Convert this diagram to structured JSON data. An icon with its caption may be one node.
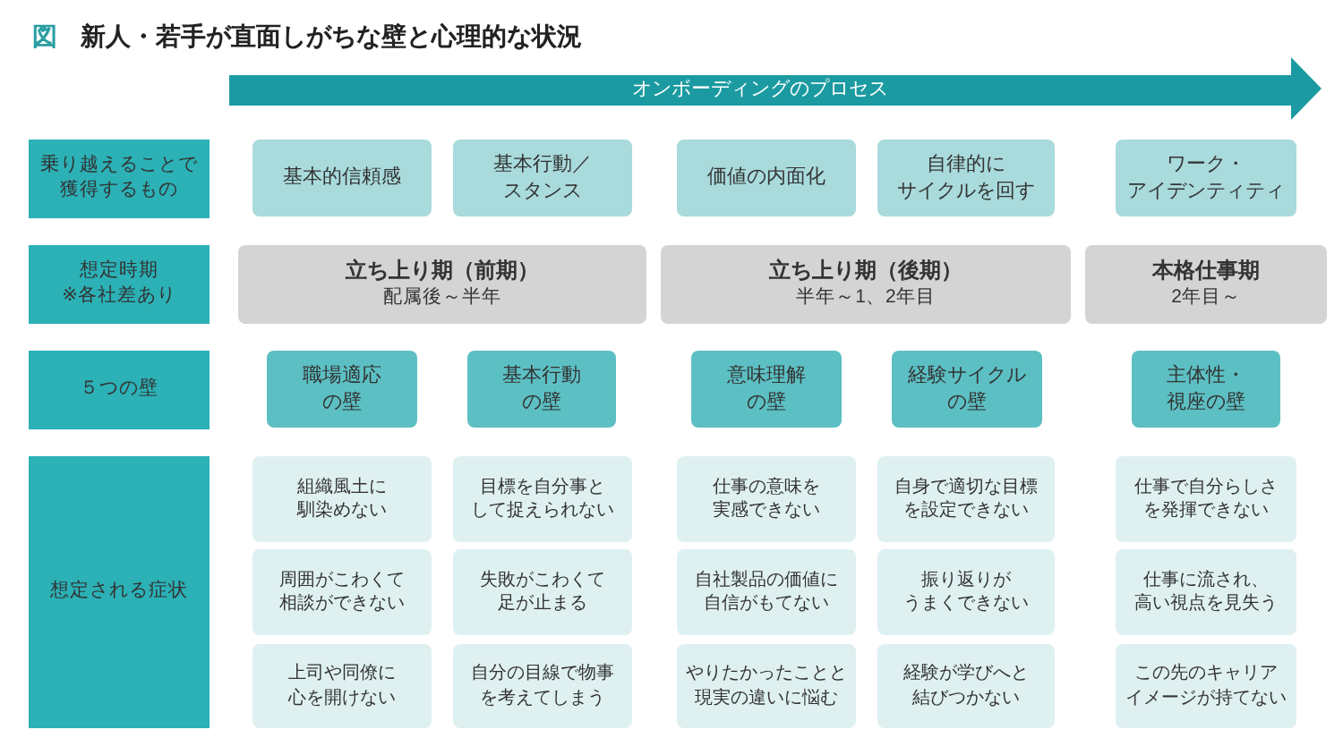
{
  "diagram": {
    "title": "新人・若手が直面しがちな壁と心理的な状況",
    "nodes": [
      {
        "text": [
          "オンボーディングのプロセス"
        ]
      },
      {
        "text": [
          "乗り越えることで獲得するもの"
        ]
      },
      {
        "text": [
          "基本的信頼感"
        ]
      },
      {
        "text": [
          "基本行動／スタンス"
        ]
      },
      {
        "text": [
          "価値の内面化"
        ]
      },
      {
        "text": [
          "自律的にサイクルを回す"
        ]
      },
      {
        "text": [
          "ワーク・アイデンティティ"
        ]
      },
      {
        "text": [
          "想定時期※各社差あり"
        ]
      },
      {
        "text": [
          "立ち上り期（前期）",
          "配属後～半年"
        ]
      },
      {
        "text": [
          "立ち上り期（後期）",
          "半年～1、2年目"
        ]
      },
      {
        "text": [
          "本格仕事期",
          "2年目～"
        ]
      },
      {
        "text": [
          "５つの壁"
        ]
      },
      {
        "text": [
          "職場適応の壁"
        ]
      },
      {
        "text": [
          "基本行動の壁"
        ]
      },
      {
        "text": [
          "意味理解の壁"
        ]
      },
      {
        "text": [
          "経験サイクルの壁"
        ]
      },
      {
        "text": [
          "主体性・視座の壁"
        ]
      },
      {
        "text": [
          "想定される症状"
        ]
      },
      {
        "text": [
          "組織風土に馴染めない"
        ]
      },
      {
        "text": [
          "目標を自分事として捉えられない"
        ]
      },
      {
        "text": [
          "仕事の意味を実感できない"
        ]
      },
      {
        "text": [
          "自身で適切な目標を設定できない"
        ]
      },
      {
        "text": [
          "仕事で自分らしさを発揮できない"
        ]
      },
      {
        "text": [
          "周囲がこわくて相談ができない"
        ]
      },
      {
        "text": [
          "失敗がこわくて足が止まる"
        ]
      },
      {
        "text": [
          "自社製品の価値に自信がもてない"
        ]
      },
      {
        "text": [
          "振り返りがうまくできない"
        ]
      },
      {
        "text": [
          "仕事に流され、高い視点を見失う"
        ]
      },
      {
        "text": [
          "上司や同僚に心を開けない"
        ]
      },
      {
        "text": [
          "自分の目線で物事を考えてしまう"
        ]
      },
      {
        "text": [
          "やりたかったことと現実の違いに悩む"
        ]
      },
      {
        "text": [
          "経験が学びへと結びつかない"
        ]
      },
      {
        "text": [
          "この先のキャリアイメージが持てない"
        ]
      }
    ],
    "labels": [
      "図"
    ]
  }
}
